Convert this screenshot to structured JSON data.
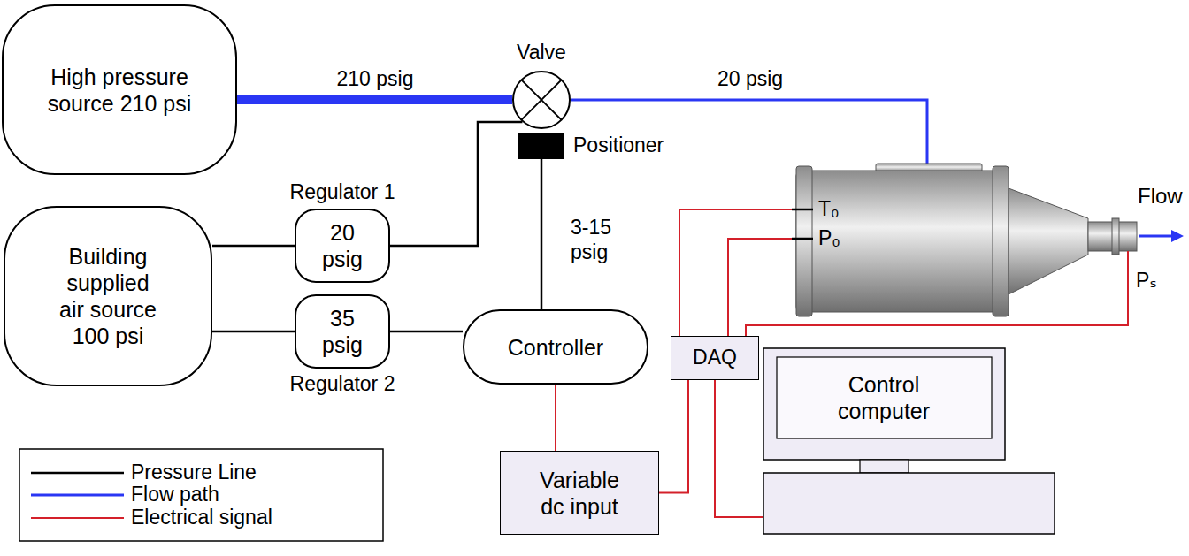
{
  "diagram": {
    "nodes": [
      {
        "text": [
          "High pressure source 210 psi"
        ]
      },
      {
        "text": [
          "Valve"
        ]
      },
      {
        "text": [
          "Positioner"
        ]
      },
      {
        "text": [
          "Building supplied air source 100 psi"
        ]
      },
      {
        "text": [
          "Regulator 1",
          "20 psig"
        ]
      },
      {
        "text": [
          "35 psig",
          "Regulator 2"
        ]
      },
      {
        "text": [
          "Controller"
        ]
      },
      {
        "text": [
          "Variable dc input"
        ]
      },
      {
        "text": [
          "DAQ"
        ]
      },
      {
        "text": [
          "Control computer"
        ]
      },
      {
        "text": [
          "T₀",
          "P₀"
        ]
      }
    ],
    "edges": [
      {
        "from": 0,
        "to": 1,
        "arrow": "none",
        "label": "210 psig"
      },
      {
        "from": 1,
        "to": 10,
        "arrow": "none",
        "label": "20 psig"
      },
      {
        "from": 3,
        "to": 4,
        "arrow": "none"
      },
      {
        "from": 4,
        "to": 1,
        "arrow": "none"
      },
      {
        "from": 3,
        "to": 5,
        "arrow": "none"
      },
      {
        "from": 5,
        "to": 6,
        "arrow": "none"
      },
      {
        "from": 6,
        "to": 2,
        "arrow": "none",
        "label": "3-15 psig"
      },
      {
        "from": 6,
        "to": 7,
        "arrow": "none"
      },
      {
        "from": 7,
        "to": 8,
        "arrow": "none"
      },
      {
        "from": 10,
        "to": 8,
        "arrow": "none"
      },
      {
        "from": 10,
        "to": 8,
        "arrow": "none"
      },
      {
        "from": 10,
        "to": 8,
        "arrow": "none"
      },
      {
        "from": 8,
        "to": 9,
        "arrow": "none"
      }
    ],
    "labels": [
      "Flow",
      "Pₛ"
    ],
    "legend": [
      {
        "text": "Pressure Line"
      },
      {
        "text": "Flow path"
      },
      {
        "text": "Electrical signal"
      }
    ]
  }
}
